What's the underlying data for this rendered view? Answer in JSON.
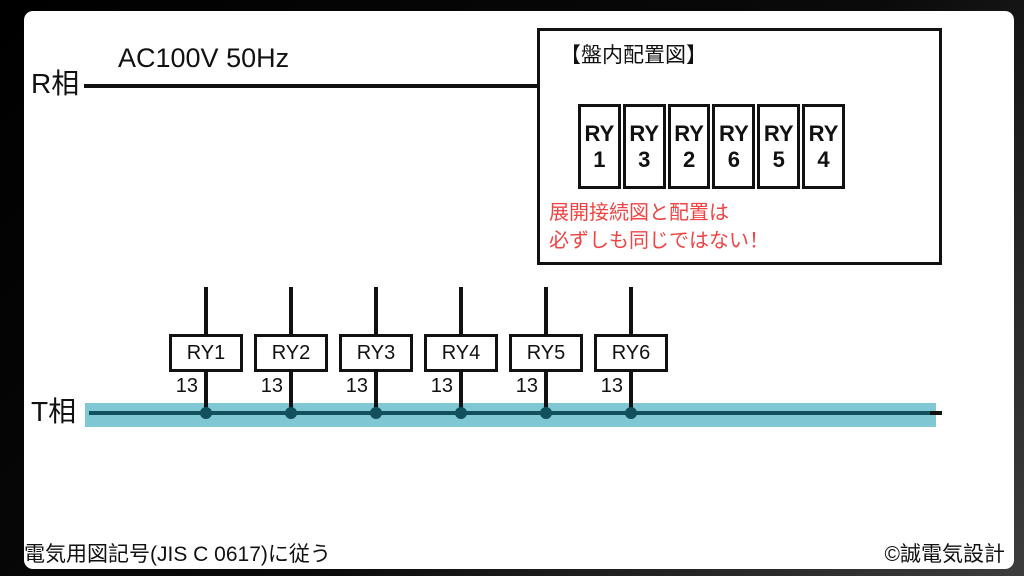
{
  "colors": {
    "line_black": "#111111",
    "bus_band": "#7fc7d3",
    "bus_line": "#11505c",
    "note_red": "#ef4444",
    "canvas_bg": "#ffffff",
    "frame_bg": "#000000"
  },
  "top": {
    "phase_label": "R相",
    "supply_label": "AC100V 50Hz"
  },
  "panel": {
    "title": "【盤内配置図】",
    "cells": [
      {
        "top": "RY",
        "num": "1"
      },
      {
        "top": "RY",
        "num": "3"
      },
      {
        "top": "RY",
        "num": "2"
      },
      {
        "top": "RY",
        "num": "6"
      },
      {
        "top": "RY",
        "num": "5"
      },
      {
        "top": "RY",
        "num": "4"
      }
    ],
    "note_line1": "展開接続図と配置は",
    "note_line2": "必ずしも同じではない！"
  },
  "circuit": {
    "bus_label": "T相",
    "relays": [
      {
        "label": "RY1",
        "terminal": "13"
      },
      {
        "label": "RY2",
        "terminal": "13"
      },
      {
        "label": "RY3",
        "terminal": "13"
      },
      {
        "label": "RY4",
        "terminal": "13"
      },
      {
        "label": "RY5",
        "terminal": "13"
      },
      {
        "label": "RY6",
        "terminal": "13"
      }
    ]
  },
  "footer": {
    "left": "電気用図記号(JIS C 0617)に従う",
    "right": "©誠電気設計"
  }
}
